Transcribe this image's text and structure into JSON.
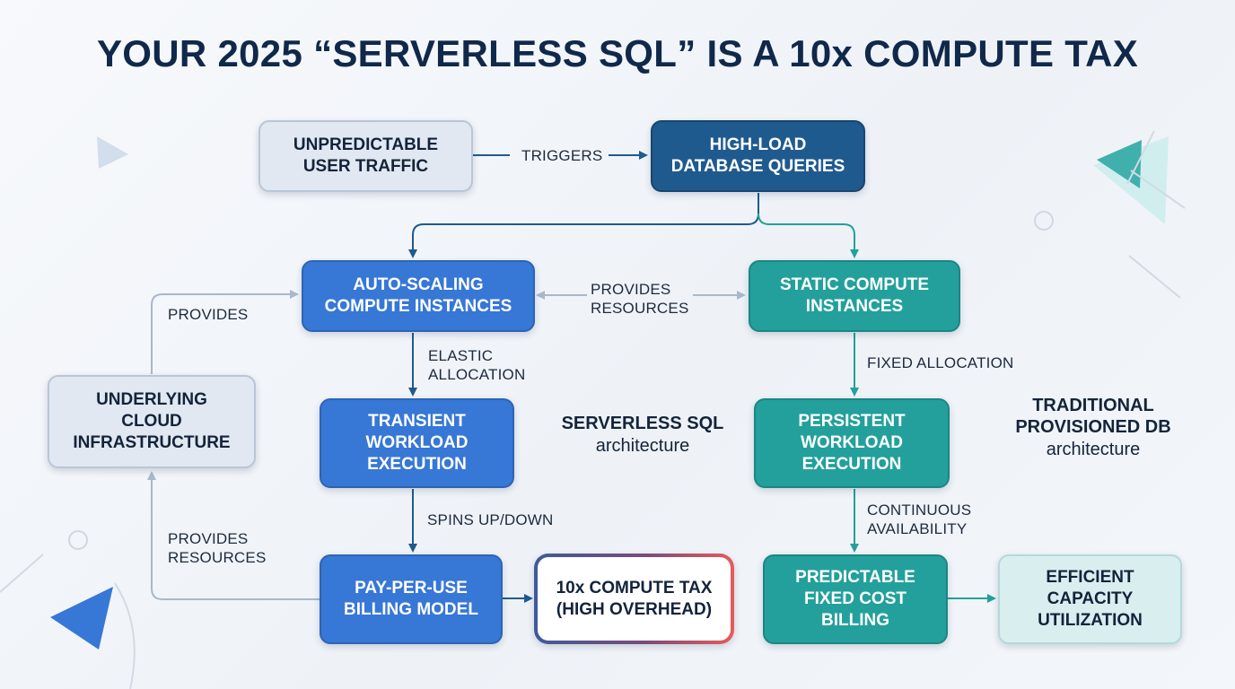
{
  "title": "YOUR 2025 “SERVERLESS SQL” IS A 10x COMPUTE TAX",
  "nodes": {
    "traffic": "UNPREDICTABLE\nUSER TRAFFIC",
    "queries": "HIGH-LOAD\nDATABASE QUERIES",
    "autoscaling": "AUTO-SCALING\nCOMPUTE INSTANCES",
    "static": "STATIC COMPUTE\nINSTANCES",
    "cloud": "UNDERLYING\nCLOUD\nINFRASTRUCTURE",
    "transient": "TRANSIENT\nWORKLOAD\nEXECUTION",
    "persistent": "PERSISTENT\nWORKLOAD\nEXECUTION",
    "payperuse": "PAY-PER-USE\nBILLING MODEL",
    "tax": "10x COMPUTE TAX\n(HIGH OVERHEAD)",
    "fixedcost": "PREDICTABLE\nFIXED COST\nBILLING",
    "efficient": "EFFICIENT\nCAPACITY\nUTILIZATION"
  },
  "edge_labels": {
    "triggers": "TRIGGERS",
    "provides_resources_mid": "PROVIDES\nRESOURCES",
    "provides_top": "PROVIDES",
    "provides_resources_bottom": "PROVIDES\nRESOURCES",
    "elastic": "ELASTIC\nALLOCATION",
    "fixed": "FIXED ALLOCATION",
    "spins": "SPINS UP/DOWN",
    "continuous": "CONTINUOUS\nAVAILABILITY"
  },
  "architectures": {
    "serverless": {
      "name": "SERVERLESS SQL",
      "kind": "architecture"
    },
    "traditional": {
      "name": "TRADITIONAL\nPROVISIONED DB",
      "kind": "architecture"
    }
  },
  "colors": {
    "title": "#10284a",
    "navy": "#1f5a8f",
    "blue": "#3777d6",
    "teal": "#23a09c",
    "gray_box": "#e1e8f1",
    "mint_box": "#d9efef",
    "arrow": "#1f5a8f",
    "connector_light": "#a9b8ca",
    "tax_border_start": "#3e5a9a",
    "tax_border_end": "#e85a5a"
  }
}
